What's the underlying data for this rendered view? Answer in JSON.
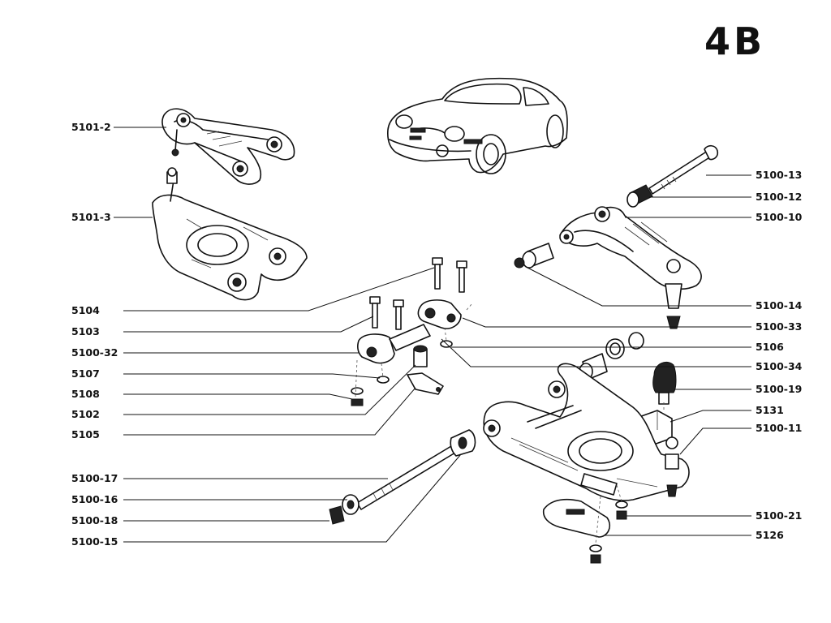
{
  "plate_number": "4B",
  "callouts_left": [
    {
      "id": "5101-2"
    },
    {
      "id": "5101-3"
    },
    {
      "id": "5104"
    },
    {
      "id": "5103"
    },
    {
      "id": "5100-32"
    },
    {
      "id": "5107"
    },
    {
      "id": "5108"
    },
    {
      "id": "5102"
    },
    {
      "id": "5105"
    },
    {
      "id": "5100-17"
    },
    {
      "id": "5100-16"
    },
    {
      "id": "5100-18"
    },
    {
      "id": "5100-15"
    }
  ],
  "callouts_right": [
    {
      "id": "5100-13"
    },
    {
      "id": "5100-12"
    },
    {
      "id": "5100-10"
    },
    {
      "id": "5100-14"
    },
    {
      "id": "5100-33"
    },
    {
      "id": "5106"
    },
    {
      "id": "5100-34"
    },
    {
      "id": "5100-19"
    },
    {
      "id": "5131"
    },
    {
      "id": "5100-11"
    },
    {
      "id": "5100-21"
    },
    {
      "id": "5126"
    }
  ]
}
